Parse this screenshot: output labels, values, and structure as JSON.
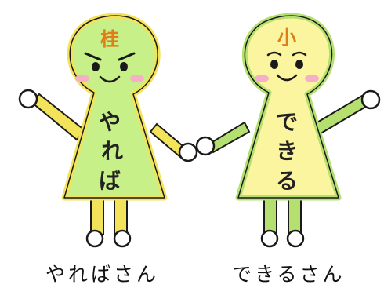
{
  "characters": {
    "left": {
      "head_label": "桂",
      "body_text": [
        "や",
        "れ",
        "ば"
      ],
      "caption": "やればさん"
    },
    "right": {
      "head_label": "小",
      "body_text": [
        "で",
        "き",
        "る"
      ],
      "caption": "できるさん"
    }
  },
  "colors": {
    "left_body": "#c8f089",
    "left_outline": "#f2e35a",
    "right_body": "#fbf5a0",
    "right_outline": "#b5e070",
    "label": "#e07d18",
    "cheek": "#f5b0c8",
    "line": "#1a1a1a"
  }
}
